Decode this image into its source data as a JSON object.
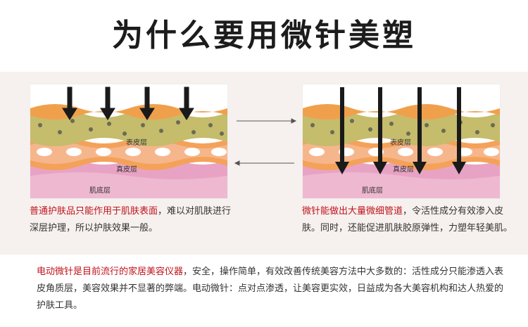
{
  "title": "为什么要用微针美塑",
  "left_diagram": {
    "labels": {
      "epidermis": "表皮层",
      "dermis": "真皮层",
      "muscle": "肌底层"
    }
  },
  "right_diagram": {
    "labels": {
      "epidermis": "表皮层",
      "dermis": "真皮层",
      "muscle": "肌底层"
    }
  },
  "left_desc": {
    "highlight": "普通护肤品只能作用于肌肤表面",
    "rest": "，难以对肌肤进行深层护理，所以护肤效果一般。"
  },
  "right_desc": {
    "highlight": "微针能做出大量微细管道",
    "rest": "，令活性成分有效渗入皮肤。同时，还能促进肌肤胶原弹性，力塑年轻美肌。"
  },
  "bottom": {
    "highlight": "电动微针是目前流行的家居美容仪器",
    "rest": "，安全，操作简单，有效改善传统美容方法中大多数的：活性成分只能渗透入表皮角质层，美容效果并不显著的弊端。电动微针：点对点渗透，让美容更实效，日益成为各大美容机构和达人热爱的护肤工具。"
  },
  "colors": {
    "highlight": "#c0121c",
    "epidermis": "#c5bc6c",
    "dermis_orange": "#f4a259",
    "dermis_pink": "#f6b68c",
    "muscle": "#e8a3c4",
    "arrow": "#1a1a1a"
  }
}
